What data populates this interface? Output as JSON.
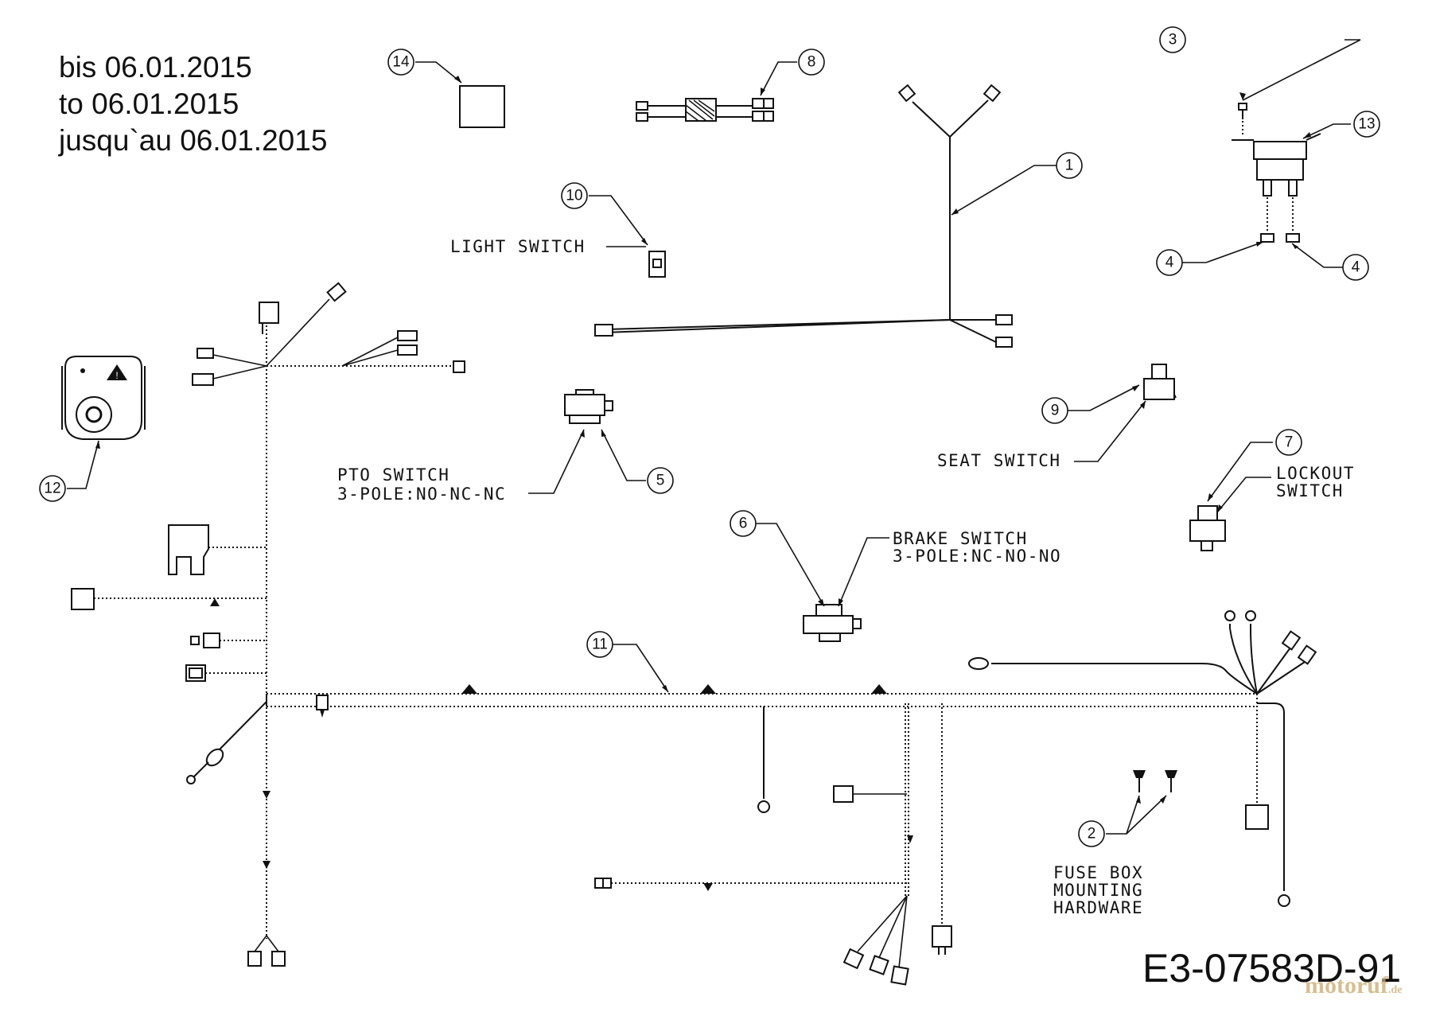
{
  "header": {
    "lines": [
      "bis 06.01.2015",
      "to 06.01.2015",
      "jusqu`au 06.01.2015"
    ]
  },
  "drawing_id": "E3-07583D-91",
  "watermark": {
    "text": "motoruf",
    "suffix": ".de"
  },
  "callouts": [
    "1",
    "2",
    "3",
    "4",
    "4",
    "5",
    "6",
    "7",
    "8",
    "9",
    "10",
    "11",
    "12",
    "13",
    "14"
  ],
  "labels": {
    "light_switch": "LIGHT SWITCH",
    "pto_switch": [
      "PTO SWITCH",
      "3-POLE:NO-NC-NC"
    ],
    "seat_switch": "SEAT SWITCH",
    "lockout_switch": [
      "LOCKOUT",
      "SWITCH"
    ],
    "brake_switch": [
      "BRAKE SWITCH",
      "3-POLE:NC-NO-NO"
    ],
    "fuse_box": [
      "FUSE BOX",
      "MOUNTING",
      "HARDWARE"
    ]
  }
}
